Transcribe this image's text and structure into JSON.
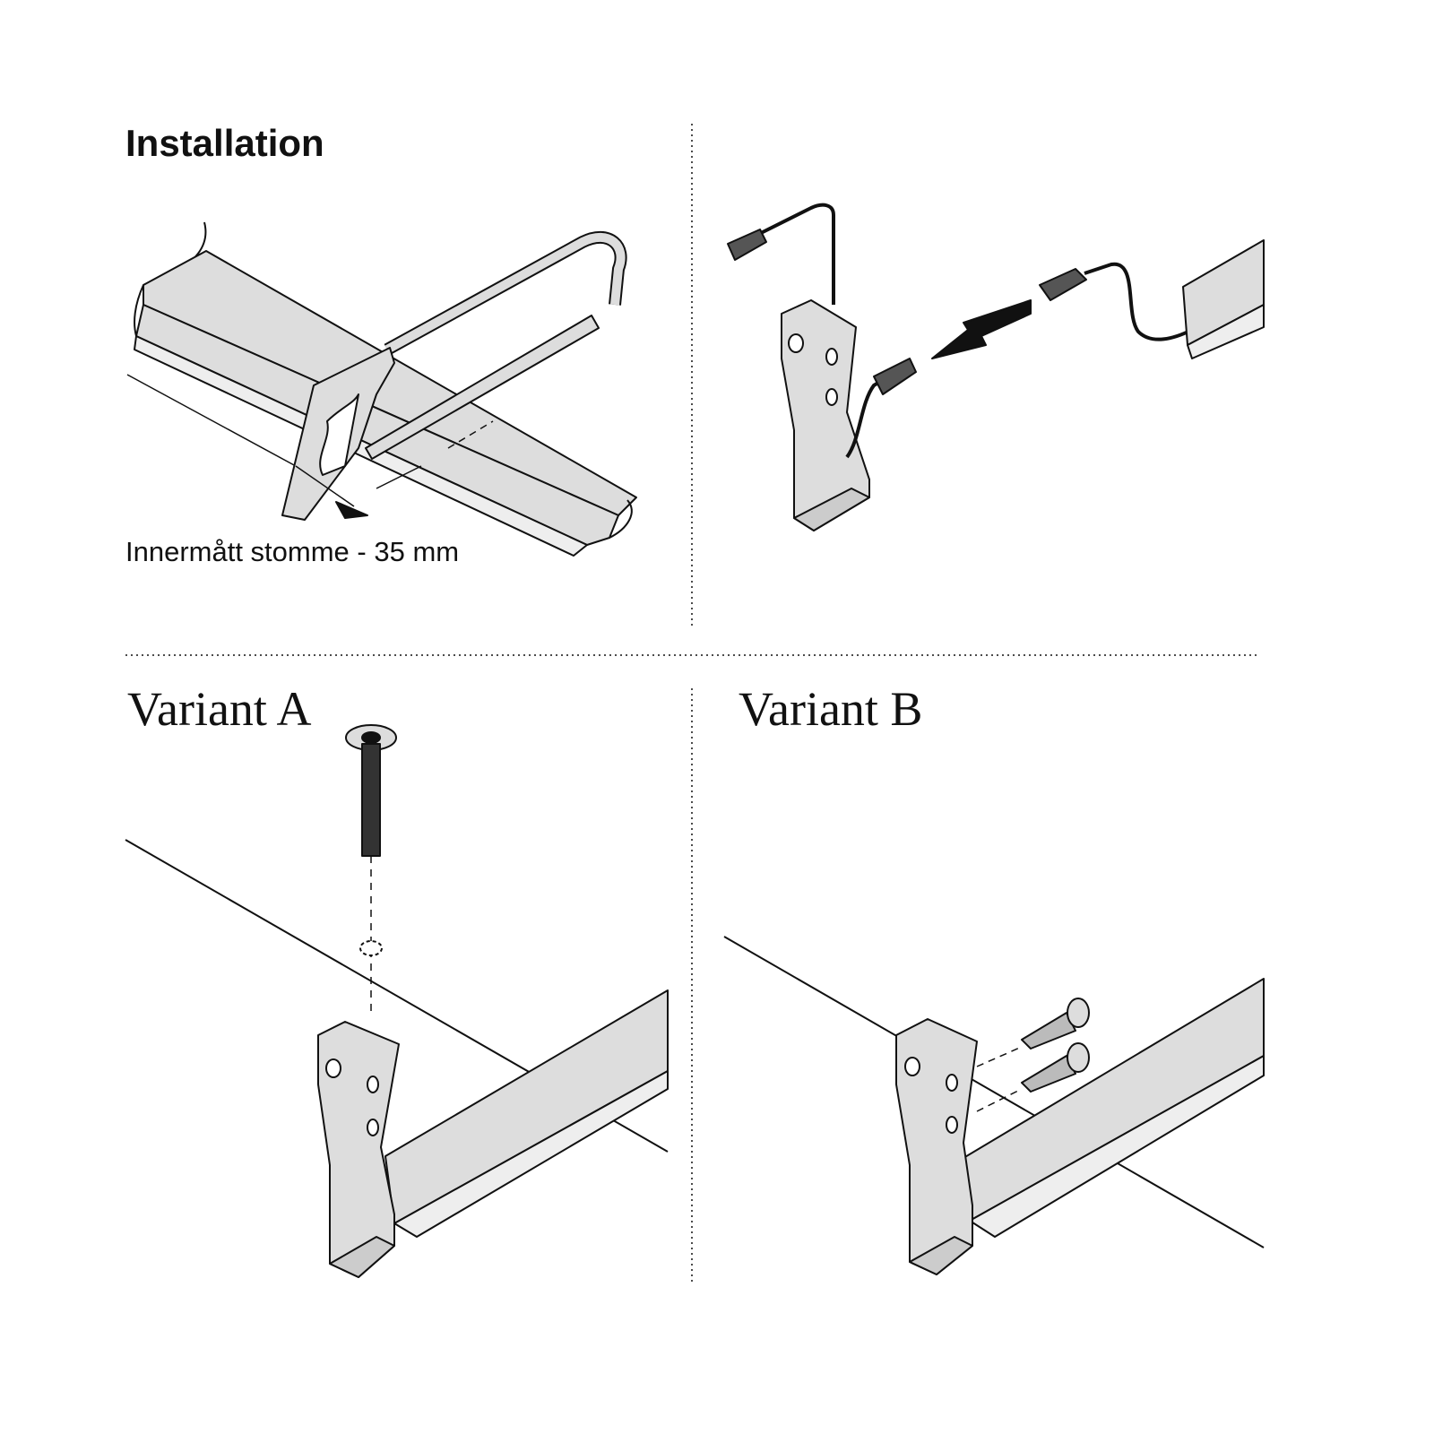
{
  "title": "Installation",
  "step1": {
    "caption": "Innermått stomme - 35 mm"
  },
  "variant_a": {
    "heading": "Variant A"
  },
  "variant_b": {
    "heading": "Variant B"
  },
  "colors": {
    "fill": "#dddddd",
    "line": "#111111"
  }
}
